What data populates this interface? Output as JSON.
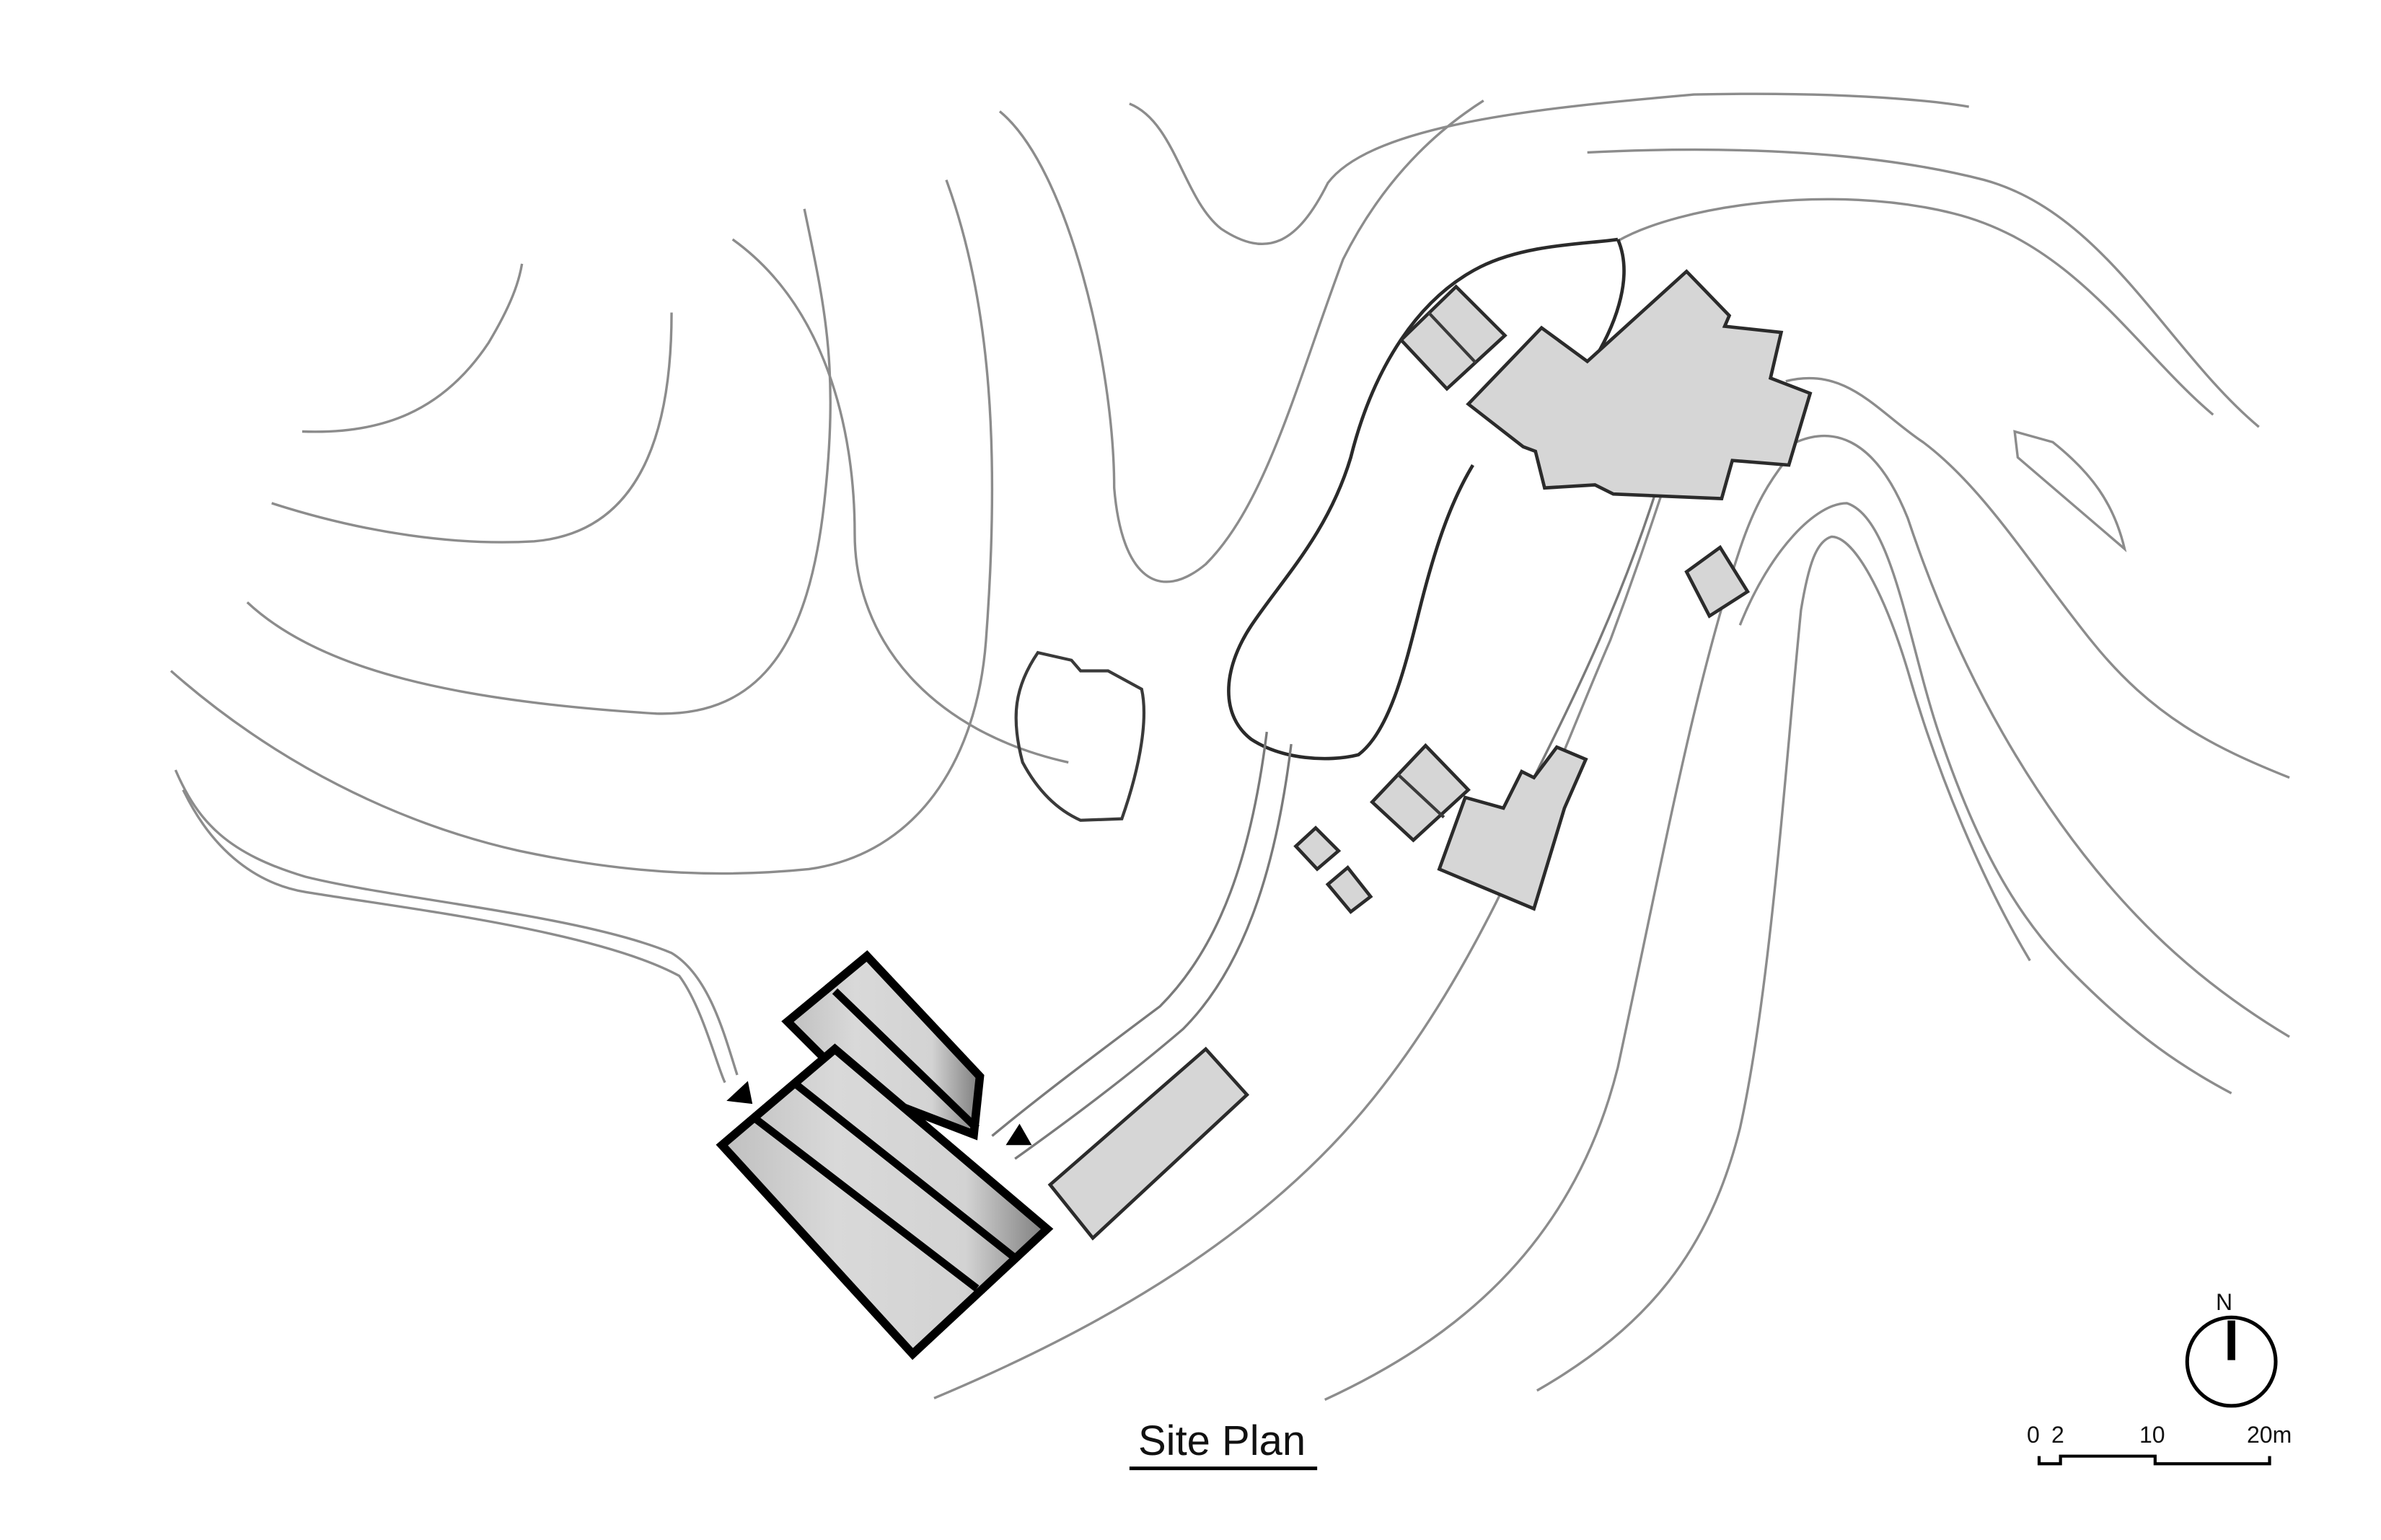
{
  "title": "Site Plan",
  "north": {
    "label": "N"
  },
  "scale_bar": {
    "ticks": [
      "0",
      "2",
      "10",
      "20m"
    ]
  }
}
